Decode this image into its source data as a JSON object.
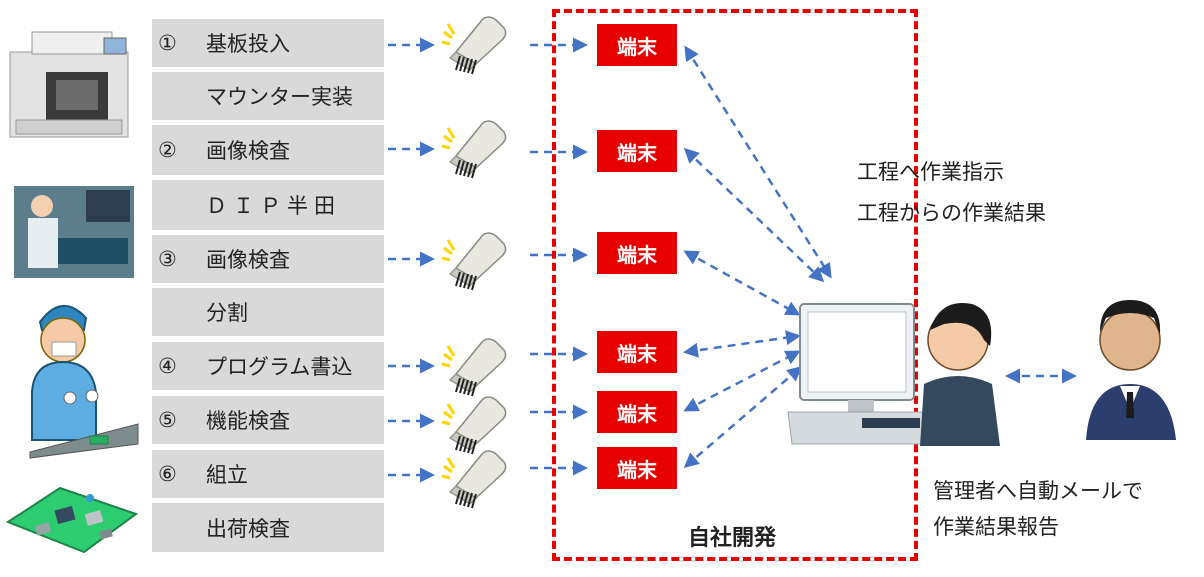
{
  "steps": [
    {
      "num": "①",
      "label": "基板投入"
    },
    {
      "num": "",
      "label": "マウンター実装"
    },
    {
      "num": "②",
      "label": "画像検査"
    },
    {
      "num": "",
      "label": "ＤＩＰ半田"
    },
    {
      "num": "③",
      "label": "画像検査"
    },
    {
      "num": "",
      "label": "分割"
    },
    {
      "num": "④",
      "label": "プログラム書込"
    },
    {
      "num": "⑤",
      "label": "機能検査"
    },
    {
      "num": "⑥",
      "label": "組立"
    },
    {
      "num": "",
      "label": "出荷検査"
    }
  ],
  "terminal_label": "端末",
  "in_house_label": "自社開発",
  "pc_note_line1": "工程へ作業指示",
  "pc_note_line2": "工程からの作業結果",
  "manager_note_line1": "管理者へ自動メールで",
  "manager_note_line2": "作業結果報告",
  "colors": {
    "accent_red": "#e60000",
    "arrow_blue": "#4472c4",
    "step_bg": "#d9d9d9"
  }
}
